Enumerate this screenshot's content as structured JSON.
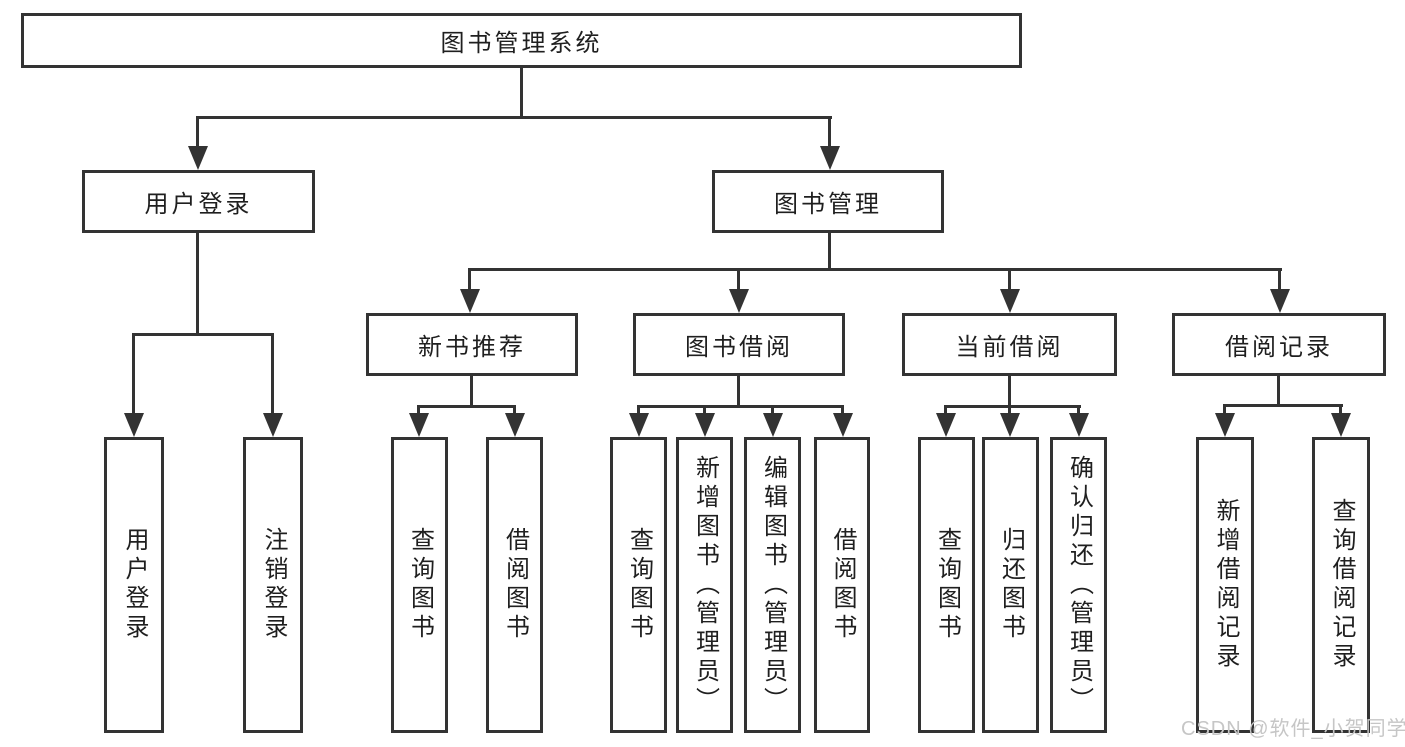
{
  "tree": {
    "root": "图书管理系统",
    "children": [
      {
        "label": "用户登录",
        "children": [
          "用户登录",
          "注销登录"
        ]
      },
      {
        "label": "图书管理",
        "children": [
          {
            "label": "新书推荐",
            "children": [
              "查询图书",
              "借阅图书"
            ]
          },
          {
            "label": "图书借阅",
            "children": [
              "查询图书",
              "新增图书（管理员）",
              "编辑图书（管理员）",
              "借阅图书"
            ]
          },
          {
            "label": "当前借阅",
            "children": [
              "查询图书",
              "归还图书",
              "确认归还（管理员）"
            ]
          },
          {
            "label": "借阅记录",
            "children": [
              "新增借阅记录",
              "查询借阅记录"
            ]
          }
        ]
      }
    ]
  },
  "watermark": "CSDN @软件_小贺同学",
  "colors": {
    "line": "#333333",
    "text": "#1f1f1f",
    "watermark": "#c6c6c6",
    "background": "#ffffff"
  }
}
